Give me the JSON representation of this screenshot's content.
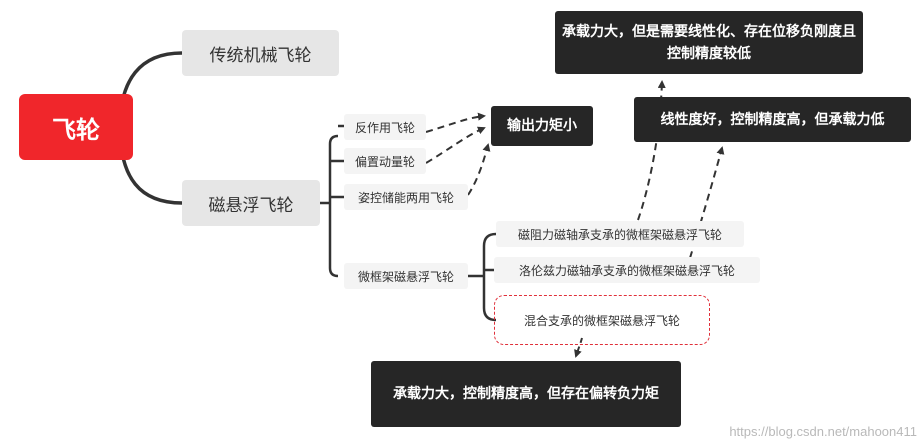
{
  "root": {
    "label": "飞轮"
  },
  "branches": {
    "traditional": {
      "label": "传统机械飞轮"
    },
    "magnetic": {
      "label": "磁悬浮飞轮"
    }
  },
  "magnetic_types": {
    "reaction_wheel": {
      "label": "反作用飞轮"
    },
    "momentum_wheel": {
      "label": "偏置动量轮"
    },
    "dual_use": {
      "label": "姿控储能两用飞轮"
    },
    "micro_frame": {
      "label": "微框架磁悬浮飞轮"
    }
  },
  "micro_frame_types": {
    "reluctance": {
      "label": "磁阻力磁轴承支承的微框架磁悬浮飞轮"
    },
    "lorentz": {
      "label": "洛伦兹力磁轴承支承的微框架磁悬浮飞轮"
    },
    "hybrid": {
      "label": "混合支承的微框架磁悬浮飞轮"
    }
  },
  "callouts": {
    "small_torque": {
      "label": "输出力矩小"
    },
    "reluctance_note": {
      "label": "承载力大，但是需要线性化、存在位移负刚度且控制精度较低"
    },
    "lorentz_note": {
      "label": "线性度好，控制精度高，但承载力低"
    },
    "hybrid_note": {
      "label": "承载力大，控制精度高，但存在偏转负力矩"
    }
  },
  "watermark": {
    "text": "https://blog.csdn.net/mahoon411"
  },
  "colors": {
    "root_fill": "#f0262b",
    "branch_fill": "#e6e6e6",
    "leaf_fill": "#f4f4f4",
    "callout_fill": "#262626",
    "connector": "#333333",
    "selection_dash": "#e0303a"
  }
}
